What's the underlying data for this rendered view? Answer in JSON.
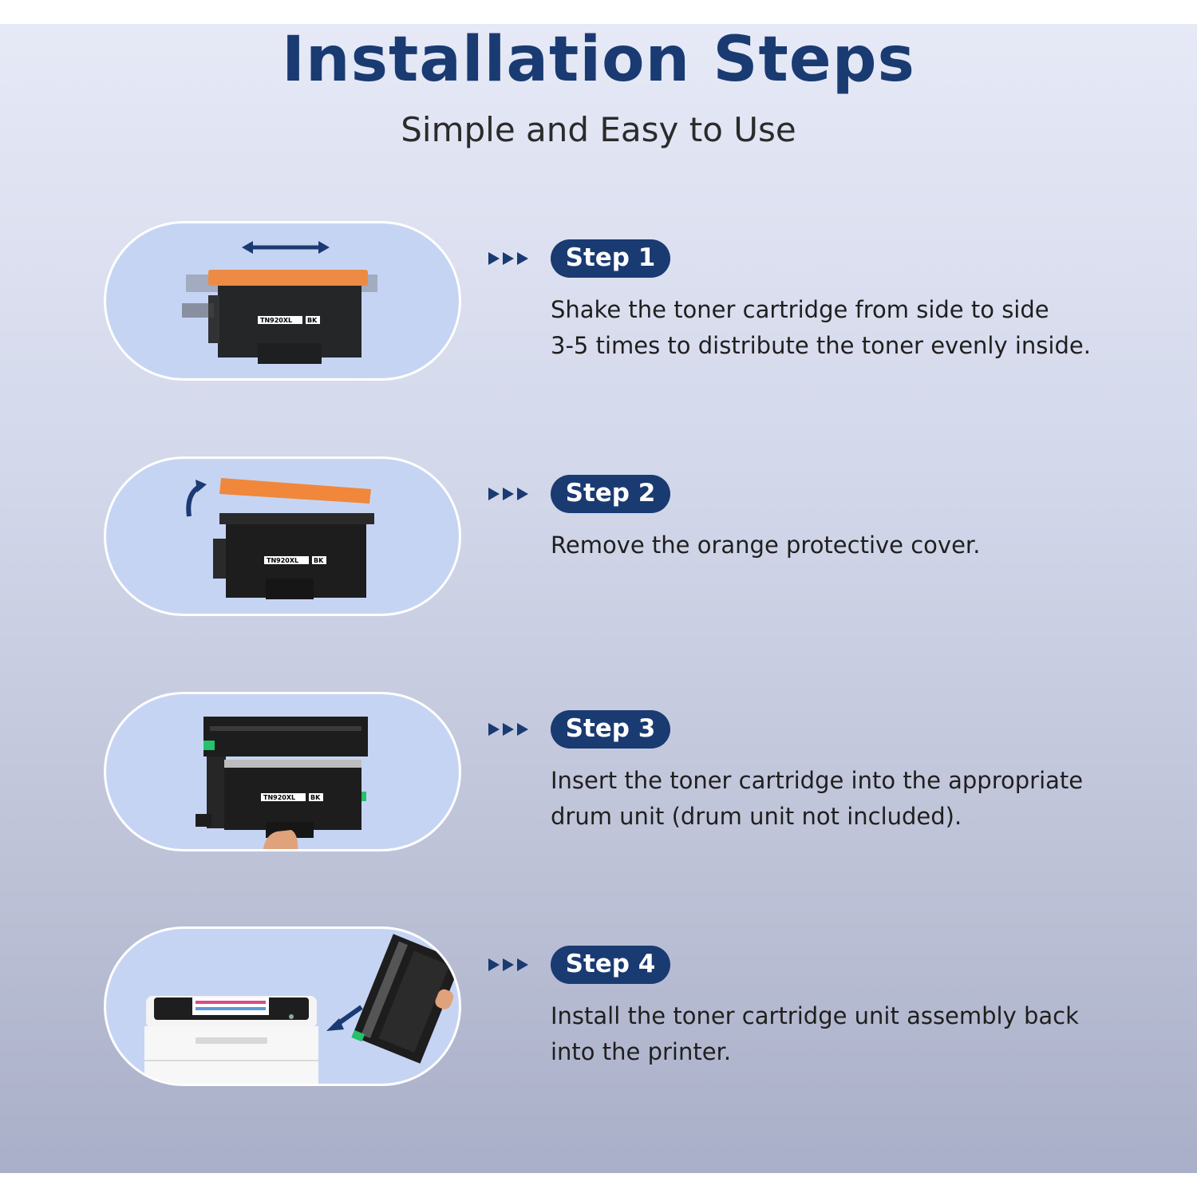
{
  "header": {
    "title": "Installation Steps",
    "subtitle": "Simple and Easy to Use"
  },
  "steps": [
    {
      "label": "Step 1",
      "line1": "Shake the toner cartridge from side to side",
      "line2": "3-5 times to distribute the toner evenly inside.",
      "cartridge_label": "TN920XL",
      "cartridge_color": "BK"
    },
    {
      "label": "Step 2",
      "line1": "Remove the orange protective cover.",
      "line2": "",
      "cartridge_label": "TN920XL",
      "cartridge_color": "BK"
    },
    {
      "label": "Step 3",
      "line1": "Insert the toner cartridge into the appropriate",
      "line2": "drum unit (drum unit not included).",
      "cartridge_label": "TN920XL",
      "cartridge_color": "BK"
    },
    {
      "label": "Step 4",
      "line1": "Install the toner cartridge unit assembly back",
      "line2": "into the printer."
    }
  ],
  "colors": {
    "accent": "#1a3a72",
    "bubble": "#c6d4f4",
    "cover": "#f0873a"
  }
}
